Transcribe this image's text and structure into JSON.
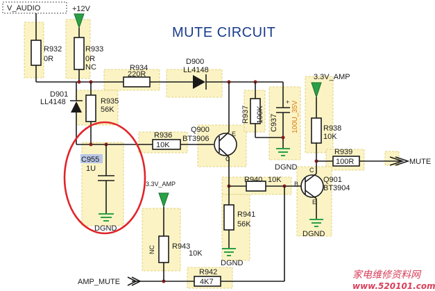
{
  "title": "MUTE CIRCUIT",
  "nets": {
    "v_audio": "V_AUDIO",
    "plus12v": "+12V",
    "amp33_right": "3.3V_AMP",
    "amp33_left": "3.3V_AMP",
    "mute_out": "MUTE",
    "amp_mute_in": "AMP_MUTE",
    "dgnd_1": "DGND",
    "dgnd_2": "DGND",
    "dgnd_3": "DGND",
    "dgnd_4": "DGND"
  },
  "components": {
    "r932": {
      "ref": "R932",
      "value": "0R"
    },
    "r933": {
      "ref": "R933",
      "value": "0R",
      "note": "NC"
    },
    "r934": {
      "ref": "R934",
      "value": "220R"
    },
    "d900": {
      "ref": "D900",
      "value": "LL4148"
    },
    "d901": {
      "ref": "D901",
      "value": "LL4148"
    },
    "r935": {
      "ref": "R935",
      "value": "56K"
    },
    "r936": {
      "ref": "R936",
      "value": "10K"
    },
    "q900": {
      "ref": "Q900",
      "value": "BT3906"
    },
    "r937": {
      "ref": "R937",
      "value": "100K"
    },
    "c937": {
      "ref": "C937",
      "value": "100U_35V"
    },
    "r938": {
      "ref": "R938",
      "value": "10K"
    },
    "r939": {
      "ref": "R939",
      "value": "100R"
    },
    "c955": {
      "ref": "C955",
      "value": "1U"
    },
    "r940": {
      "ref": "R940",
      "value": "10K"
    },
    "q901": {
      "ref": "Q901",
      "value": "BT3904"
    },
    "r941": {
      "ref": "R941",
      "value": "56K"
    },
    "r943": {
      "ref": "R943",
      "value": "10K",
      "note": "NC"
    },
    "r942": {
      "ref": "R942",
      "value": "4K7"
    }
  },
  "pins": {
    "b": "B",
    "c": "C",
    "e": "E"
  },
  "watermark": {
    "text": "家电维修资料网",
    "url": "www.520101.com"
  }
}
